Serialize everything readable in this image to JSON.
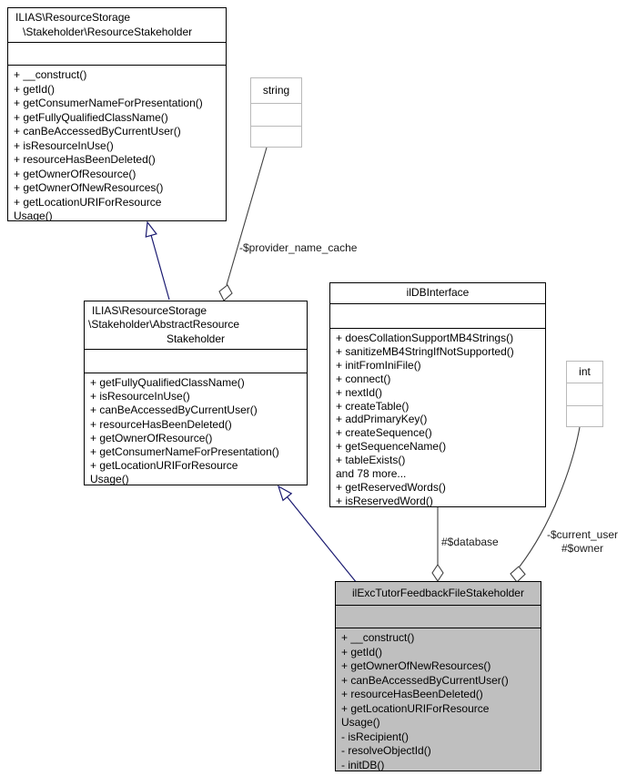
{
  "diagram": {
    "type": "uml-collaboration-diagram",
    "colors": {
      "background": "#ffffff",
      "inheritance_edge": "#191970",
      "usage_edge": "#404040",
      "node_fill": "#ffffff",
      "highlight_node_fill": "#bfbfbf",
      "node_border": "#000000",
      "primitive_border": "#b9b9b9"
    }
  },
  "classes": [
    {
      "id": "resource-stakeholder",
      "title_lines": [
        "ILIAS\\ResourceStorage",
        "\\Stakeholder\\ResourceStakeholder"
      ],
      "attributes": [],
      "methods": [
        "+ __construct()",
        "+ getId()",
        "+ getConsumerNameForPresentation()",
        "+ getFullyQualifiedClassName()",
        "+ canBeAccessedByCurrentUser()",
        "+ isResourceInUse()",
        "+ resourceHasBeenDeleted()",
        "+ getOwnerOfResource()",
        "+ getOwnerOfNewResources()",
        "+ getLocationURIForResource",
        "Usage()"
      ]
    },
    {
      "id": "abstract-resource-stakeholder",
      "title_lines": [
        "ILIAS\\ResourceStorage",
        "\\Stakeholder\\AbstractResource",
        "Stakeholder"
      ],
      "attributes": [],
      "methods": [
        "+ getFullyQualifiedClassName()",
        "+ isResourceInUse()",
        "+ canBeAccessedByCurrentUser()",
        "+ resourceHasBeenDeleted()",
        "+ getOwnerOfResource()",
        "+ getConsumerNameForPresentation()",
        "+ getLocationURIForResource",
        "Usage()"
      ]
    },
    {
      "id": "ildbinterface",
      "title_lines": [
        "ilDBInterface"
      ],
      "attributes": [],
      "methods": [
        "+ doesCollationSupportMB4Strings()",
        "+ sanitizeMB4StringIfNotSupported()",
        "+ initFromIniFile()",
        "+ connect()",
        "+ nextId()",
        "+ createTable()",
        "+ addPrimaryKey()",
        "+ createSequence()",
        "+ getSequenceName()",
        "+ tableExists()",
        "and 78 more...",
        "+ getReservedWords()",
        "+ isReservedWord()"
      ]
    },
    {
      "id": "ilexctutorfeedbackfilestakeholder",
      "title_lines": [
        "ilExcTutorFeedbackFileStakeholder"
      ],
      "attributes": [],
      "methods": [
        "+ __construct()",
        "+ getId()",
        "+ getOwnerOfNewResources()",
        "+ canBeAccessedByCurrentUser()",
        "+ resourceHasBeenDeleted()",
        "+ getLocationURIForResource",
        "Usage()",
        "- isRecipient()",
        "- resolveObjectId()",
        "- initDB()"
      ]
    }
  ],
  "primitives": [
    {
      "id": "string",
      "title": "string"
    },
    {
      "id": "int",
      "title": "int"
    }
  ],
  "edges": {
    "provider_label": "-$provider_name_cache",
    "database_label": "#$database",
    "current_user_label": "-$current_user",
    "owner_label": "#$owner"
  }
}
